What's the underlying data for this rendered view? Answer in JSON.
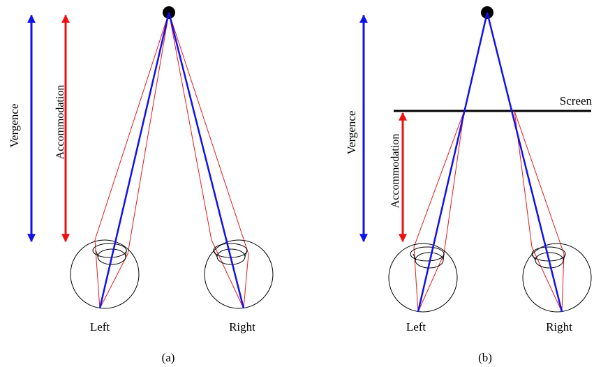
{
  "colors": {
    "vergence": "#1010ee",
    "accommodation": "#ee1010",
    "ray_blue": "#1010ee",
    "ray_red": "#e51a1a",
    "outline": "#000000"
  },
  "panel_a": {
    "vergence_label": "Vergence",
    "accommodation_label": "Accommodation",
    "left_eye_label": "Left",
    "right_eye_label": "Right",
    "caption": "(a)"
  },
  "panel_b": {
    "vergence_label": "Vergence",
    "accommodation_label": "Accommodation",
    "screen_label": "Screen",
    "left_eye_label": "Left",
    "right_eye_label": "Right",
    "caption": "(b)"
  }
}
